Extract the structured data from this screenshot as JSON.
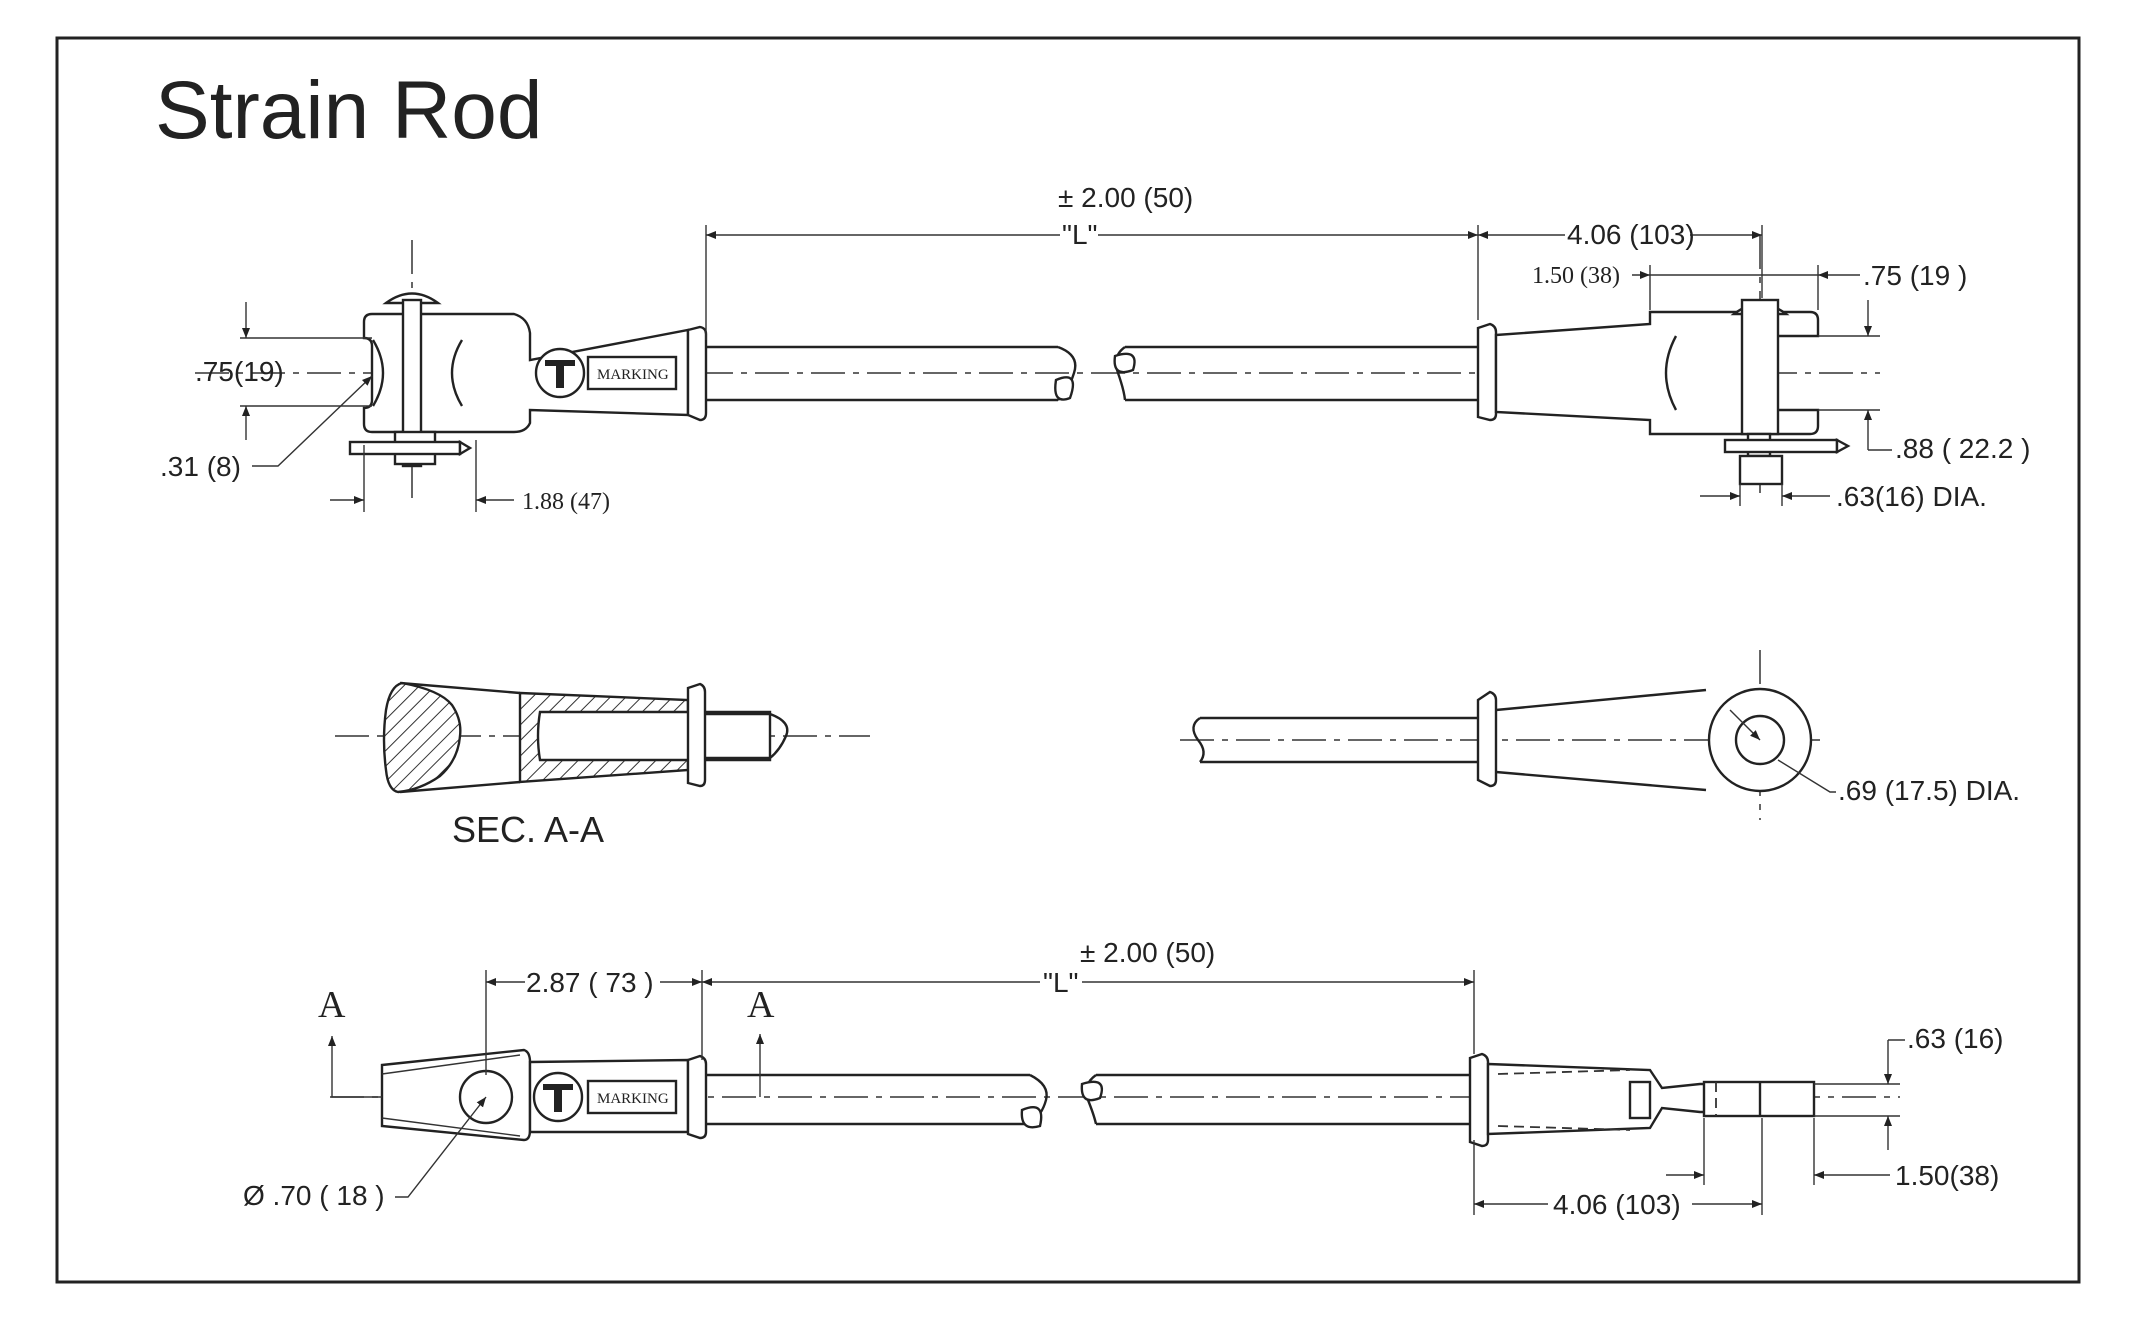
{
  "title": "Strain Rod",
  "marking_label": "MARKING",
  "top_view": {
    "overall_tol": "± 2.00 (50)",
    "length": "\"L\"",
    "right_len": "4.06 (103)",
    "right_slot": "1.50 (38)",
    "right_width": ".75 (19 )",
    "right_depth": ".88 ( 22.2 )",
    "pin_dia": ".63(16) DIA.",
    "left_width": ".75(19)",
    "left_radius": ".31 (8)",
    "left_len": "1.88 (47)"
  },
  "middle_view": {
    "section_label": "SEC. A-A",
    "eye_dia": ".69 (17.5) DIA."
  },
  "bottom_view": {
    "overall_tol": "± 2.00 (50)",
    "length": "\"L\"",
    "left_len": "2.87 ( 73 )",
    "section_marker": "A",
    "ball_dia": "Ø .70 ( 18 )",
    "right_thk": ".63 (16)",
    "right_slot": "1.50(38)",
    "right_len": "4.06 (103)"
  }
}
